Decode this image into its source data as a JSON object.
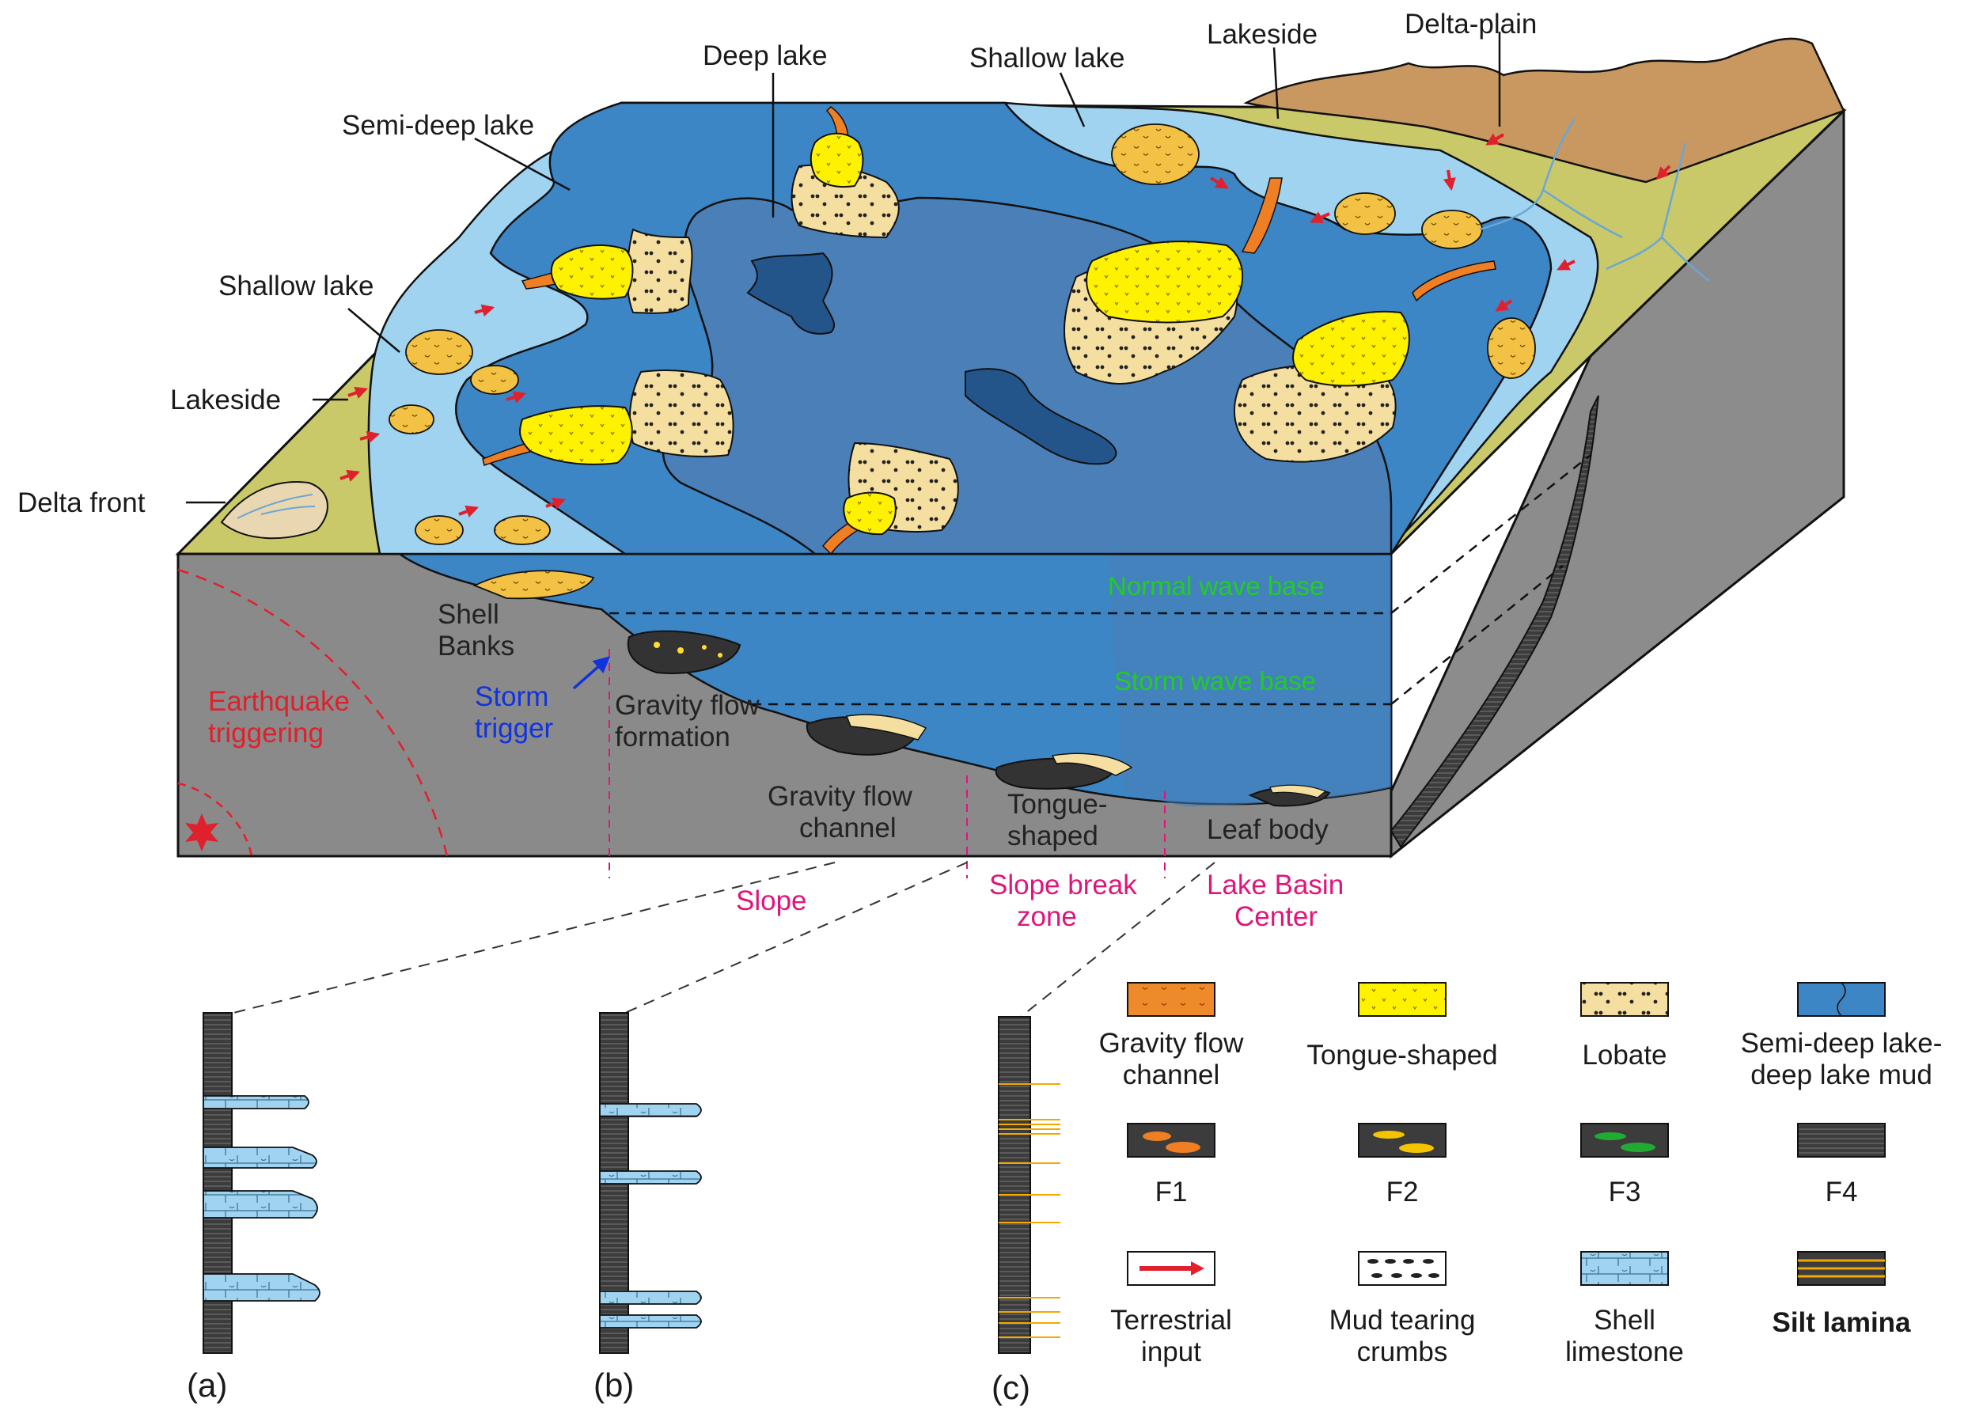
{
  "labels": {
    "deep_lake": "Deep lake",
    "shallow_lake_top": "Shallow lake",
    "lakeside_top": "Lakeside",
    "delta_plain": "Delta-plain",
    "semi_deep_lake": "Semi-deep lake",
    "shallow_lake_left": "Shallow lake",
    "lakeside_left": "Lakeside",
    "delta_front": "Delta front",
    "normal_wave_base": "Normal wave base",
    "storm_wave_base": "Storm wave base",
    "shell_banks_1": "Shell",
    "shell_banks_2": "Banks",
    "storm_trigger_1": "Storm",
    "storm_trigger_2": "trigger",
    "earthquake_1": "Earthquake",
    "earthquake_2": "triggering",
    "gravity_flow_formation_1": "Gravity flow",
    "gravity_flow_formation_2": "formation",
    "gravity_flow_channel_1": "Gravity flow",
    "gravity_flow_channel_2": "channel",
    "tongue_shaped_1": "Tongue-",
    "tongue_shaped_2": "shaped",
    "leaf_body": "Leaf body",
    "slope": "Slope",
    "slope_break_1": "Slope break",
    "slope_break_2": "zone",
    "lake_basin_1": "Lake Basin",
    "lake_basin_2": "Center"
  },
  "columns": {
    "a": "(a)",
    "b": "(b)",
    "c": "(c)"
  },
  "legend": [
    {
      "id": "gravity-flow-channel",
      "line1": "Gravity flow",
      "line2": "channel"
    },
    {
      "id": "tongue-shaped",
      "line1": "Tongue-shaped",
      "line2": ""
    },
    {
      "id": "lobate",
      "line1": "Lobate",
      "line2": ""
    },
    {
      "id": "semi-deep-lake-mud",
      "line1": "Semi-deep lake-",
      "line2": "deep lake mud"
    },
    {
      "id": "f1",
      "line1": "F1",
      "line2": ""
    },
    {
      "id": "f2",
      "line1": "F2",
      "line2": ""
    },
    {
      "id": "f3",
      "line1": "F3",
      "line2": ""
    },
    {
      "id": "f4",
      "line1": "F4",
      "line2": ""
    },
    {
      "id": "terrestrial-input",
      "line1": "Terrestrial",
      "line2": "input"
    },
    {
      "id": "mud-tearing-crumbs",
      "line1": "Mud tearing",
      "line2": "crumbs"
    },
    {
      "id": "shell-limestone",
      "line1": "Shell",
      "line2": "limestone"
    },
    {
      "id": "silt-lamina",
      "line1": "Silt lamina",
      "line2": ""
    }
  ],
  "colors": {
    "deep_lake": "#4a7fb8",
    "semi_deep_lake": "#3d86c6",
    "shallow_lake": "#9fd3f0",
    "lakeside": "#c9c96a",
    "mountain": "#c89860",
    "bedrock": "#8a8a8a",
    "channel_orange": "#ef7f22",
    "tongue_yellow": "#fff200",
    "lobate_cream": "#f5dfa0",
    "dark_mud": "#3a3a3a",
    "red_text": "#e0202c",
    "green_text": "#22cc22",
    "pink_text": "#e0157a",
    "blue_text": "#1133dd"
  }
}
